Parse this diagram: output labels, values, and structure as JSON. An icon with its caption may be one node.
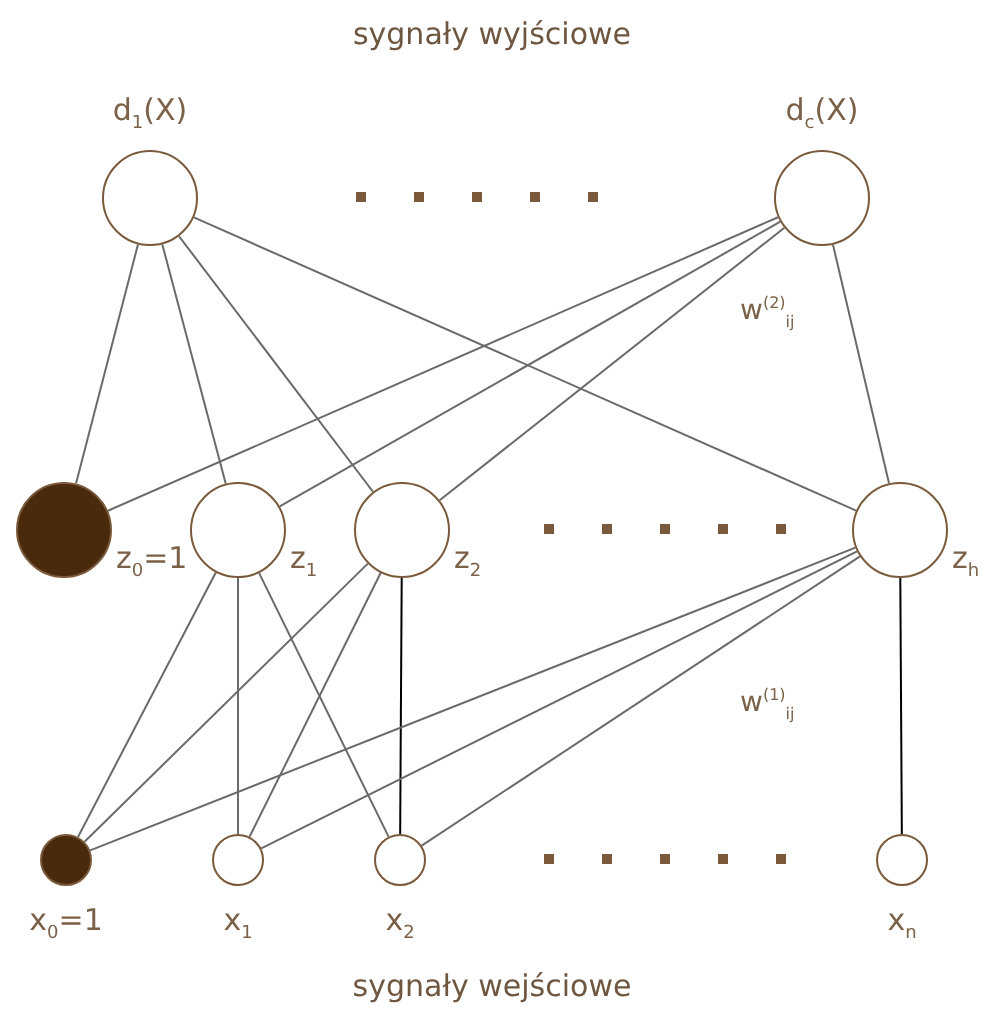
{
  "diagram": {
    "title": "sygnały wyjściowe",
    "caption": "sygnały wejściowe",
    "nodes": [
      {
        "text": [
          "d$_{1}$(X)"
        ]
      },
      {
        "text": [
          "d$_{c}$(X)"
        ]
      },
      {
        "text": [
          "z$_{0}$=1"
        ]
      },
      {
        "text": [
          "z$_{1}$"
        ]
      },
      {
        "text": [
          "z$_{2}$"
        ]
      },
      {
        "text": [
          "z$_{h}$"
        ]
      },
      {
        "text": [
          "x$_{0}$=1"
        ]
      },
      {
        "text": [
          "x$_{1}$"
        ]
      },
      {
        "text": [
          "x$_{2}$"
        ]
      },
      {
        "text": [
          "x$_{n}$"
        ]
      }
    ],
    "edges": [
      {
        "from": 0,
        "to": 2,
        "arrow": "none"
      },
      {
        "from": 0,
        "to": 3,
        "arrow": "none"
      },
      {
        "from": 0,
        "to": 4,
        "arrow": "none"
      },
      {
        "from": 0,
        "to": 5,
        "arrow": "none"
      },
      {
        "from": 1,
        "to": 2,
        "arrow": "none"
      },
      {
        "from": 1,
        "to": 3,
        "arrow": "none"
      },
      {
        "from": 1,
        "to": 4,
        "arrow": "none"
      },
      {
        "from": 1,
        "to": 5,
        "arrow": "none"
      },
      {
        "from": 3,
        "to": 6,
        "arrow": "none"
      },
      {
        "from": 3,
        "to": 7,
        "arrow": "none"
      },
      {
        "from": 3,
        "to": 8,
        "arrow": "none"
      },
      {
        "from": 4,
        "to": 6,
        "arrow": "none"
      },
      {
        "from": 4,
        "to": 7,
        "arrow": "none"
      },
      {
        "from": 4,
        "to": 8,
        "arrow": "none",
        "color": "#000000"
      },
      {
        "from": 5,
        "to": 6,
        "arrow": "none"
      },
      {
        "from": 5,
        "to": 7,
        "arrow": "none"
      },
      {
        "from": 5,
        "to": 8,
        "arrow": "none"
      },
      {
        "from": 5,
        "to": 9,
        "arrow": "none",
        "color": "#000000"
      }
    ],
    "labels": [
      "w$^{(2)}$$_{ij}$",
      "w$^{(1)}$$_{ij}$"
    ]
  }
}
